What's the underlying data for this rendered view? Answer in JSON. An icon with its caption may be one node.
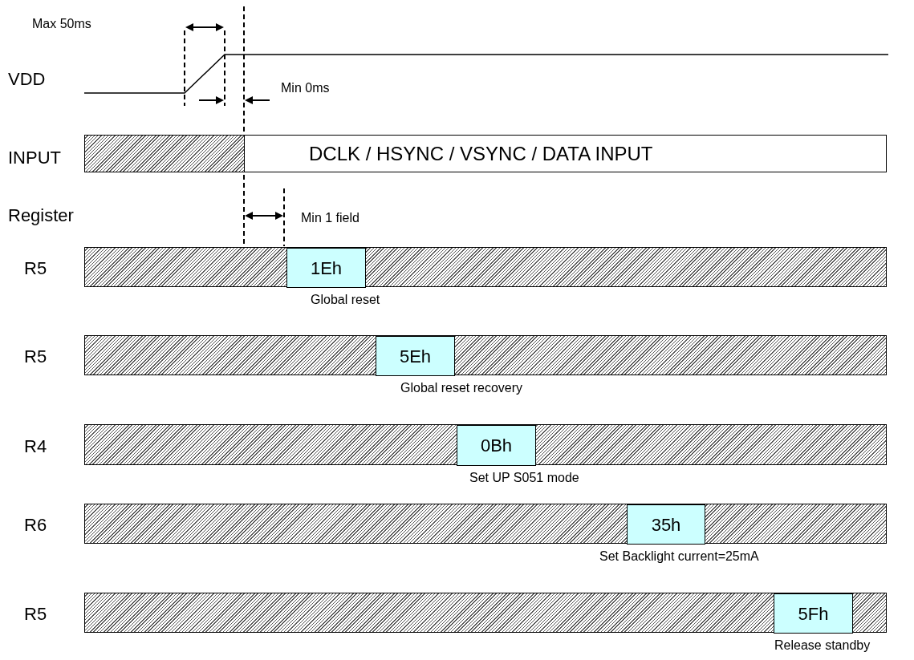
{
  "diagram": {
    "nodes": [
      {
        "text": [
          "DCLK / HSYNC / VSYNC / DATA INPUT"
        ]
      },
      {
        "text": [],
        "shape": "bar"
      },
      {
        "text": [
          "1Eh"
        ],
        "in": 1,
        "beside": [
          "Global reset"
        ]
      },
      {
        "text": [],
        "shape": "bar"
      },
      {
        "text": [
          "5Eh"
        ],
        "in": 3,
        "beside": [
          "Global reset recovery"
        ]
      },
      {
        "text": [],
        "shape": "bar"
      },
      {
        "text": [
          "0Bh"
        ],
        "in": 5,
        "beside": [
          "Set UP S051 mode"
        ]
      },
      {
        "text": [],
        "shape": "bar"
      },
      {
        "text": [
          "35h"
        ],
        "in": 7,
        "beside": [
          "Set Backlight current=25mA"
        ]
      },
      {
        "text": [],
        "shape": "bar"
      },
      {
        "text": [
          "5Fh"
        ],
        "in": 9,
        "beside": [
          "Release standby"
        ]
      }
    ],
    "labels": [
      "Max 50ms",
      "VDD",
      "Min 0ms",
      "INPUT",
      "Register",
      "Min 1 field",
      "R5",
      "R5",
      "R4",
      "R6",
      "R5"
    ]
  }
}
